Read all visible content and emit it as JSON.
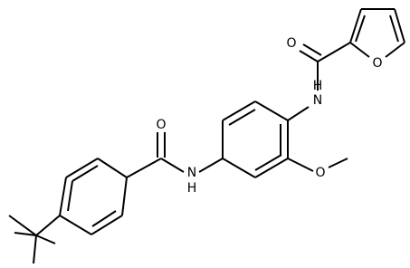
{
  "structure": {
    "atom_labels": {
      "amide_O_left": "O",
      "amide_NH_left": "N",
      "amide_H_left": "H",
      "methoxy_O": "O",
      "amide_NH_right": "N",
      "amide_H_right": "H",
      "carbonyl_O_right": "O",
      "furan_O": "O"
    }
  },
  "colors": {
    "bond": "#000000",
    "label": "#000000",
    "background": "#ffffff"
  }
}
